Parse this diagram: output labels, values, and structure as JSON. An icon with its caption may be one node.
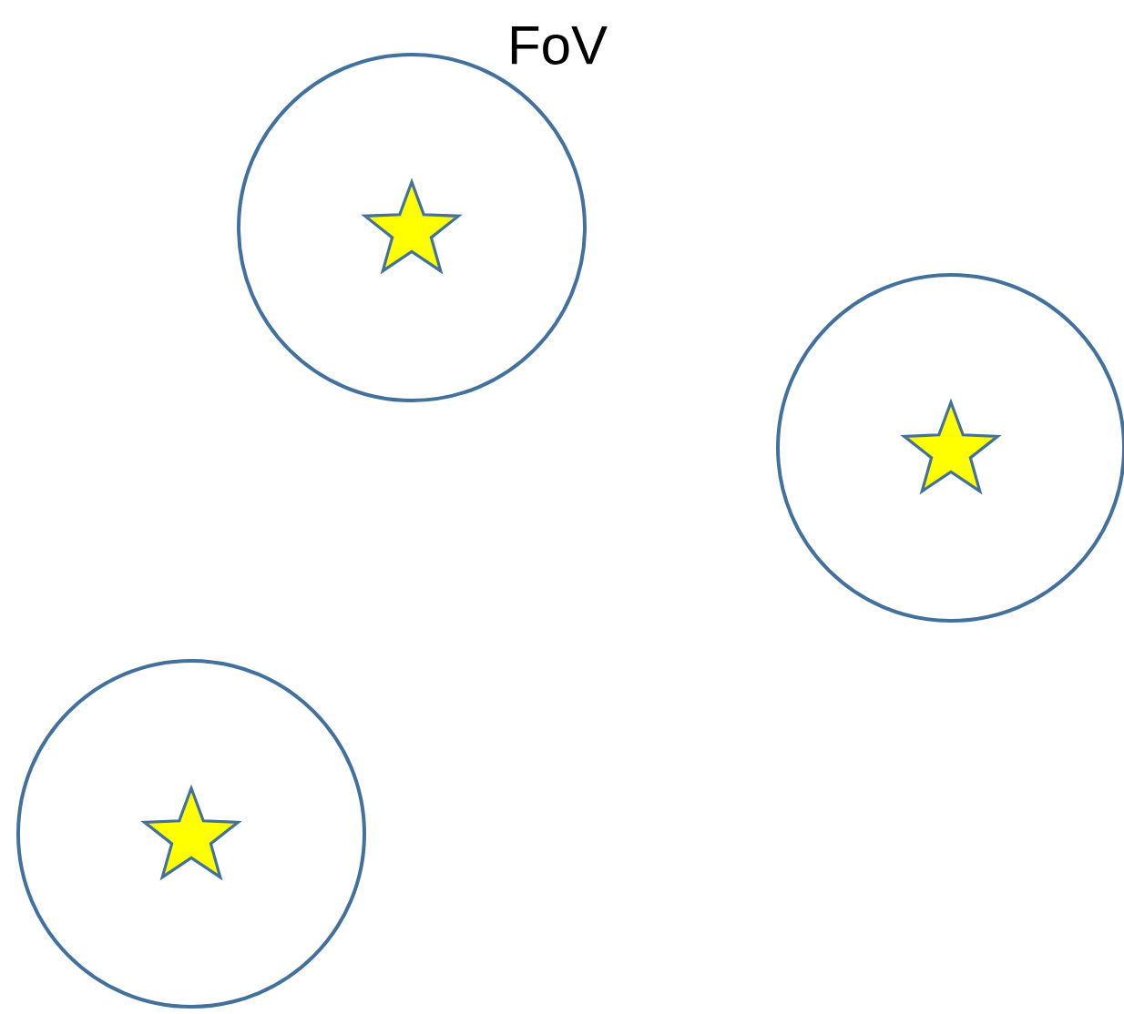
{
  "diagram": {
    "nodes": [
      {
        "text": [],
        "shape": "circle"
      },
      {
        "text": [],
        "shape": "star",
        "in": 0
      },
      {
        "text": [],
        "shape": "circle"
      },
      {
        "text": [],
        "shape": "star",
        "in": 2
      },
      {
        "text": [],
        "shape": "circle"
      },
      {
        "text": [],
        "shape": "star",
        "in": 4
      }
    ],
    "labels": [
      "FoV"
    ]
  }
}
